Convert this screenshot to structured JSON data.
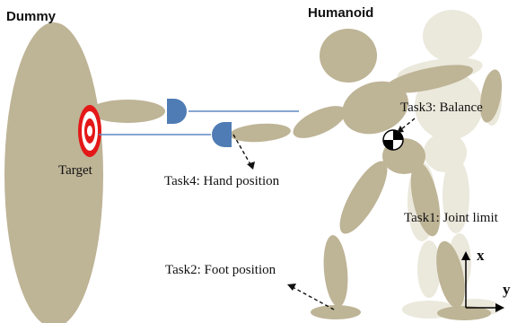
{
  "labels": {
    "dummy": "Dummy",
    "humanoid": "Humanoid",
    "target": "Target",
    "task1": "Task1: Joint limit",
    "task2": "Task2: Foot position",
    "task3": "Task3: Balance",
    "task4": "Task4: Hand position",
    "axis_x": "x",
    "axis_y": "y"
  },
  "colors": {
    "body": "#beb496",
    "ghost": "#ebe8dc",
    "hand": "#4f7cb4",
    "line": "#5f88c0",
    "target_red": "#e41818"
  }
}
